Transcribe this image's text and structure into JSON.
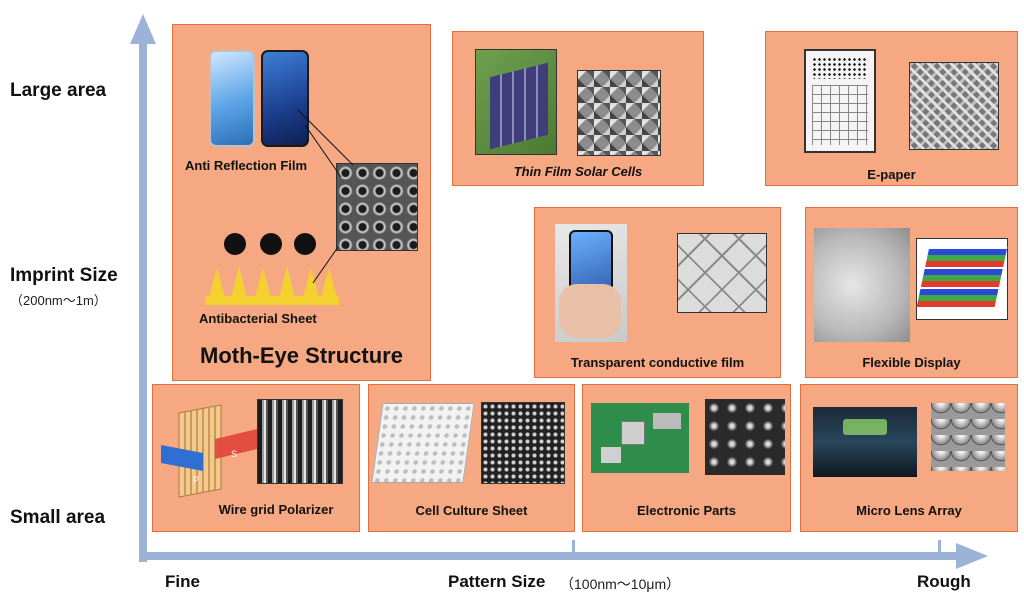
{
  "axes": {
    "y_top": "Large area",
    "y_mid": "Imprint Size",
    "y_mid_range": "（200nm〜1m）",
    "y_bottom": "Small area",
    "x_left": "Fine",
    "x_mid": "Pattern Size",
    "x_mid_range": "（100nm〜10μm）",
    "x_right": "Rough"
  },
  "moth_eye": {
    "title": "Moth-Eye Structure",
    "anti_reflection": "Anti Reflection Film",
    "antibacterial": "Antibacterial Sheet"
  },
  "applications": {
    "solar": "Thin Film Solar Cells",
    "epaper": "E-paper",
    "conductive": "Transparent conductive film",
    "flexible": "Flexible Display",
    "polarizer": "Wire grid Polarizer",
    "cell_culture": "Cell Culture Sheet",
    "electronic": "Electronic Parts",
    "lens": "Micro Lens Array"
  },
  "polarizer_labels": {
    "s": "S",
    "p": "P"
  },
  "colors": {
    "box_fill": "#f6a883",
    "box_border": "#e46f3e",
    "axis": "#9db2d9"
  }
}
